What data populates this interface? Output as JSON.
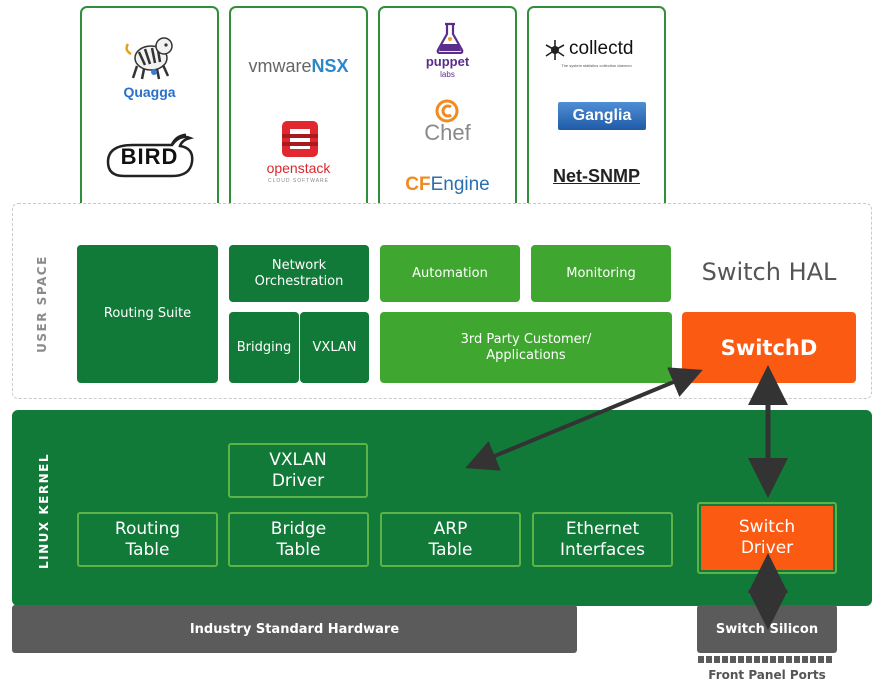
{
  "logos": {
    "quagga": "Quagga",
    "bird": "BIRD",
    "vmware": "vmware",
    "nsx": "NSX",
    "openstack": "openstack",
    "openstack_sub": "CLOUD SOFTWARE",
    "puppet": "puppet",
    "puppet_sub": "labs",
    "chef": "Chef",
    "cf": "CF",
    "engine": "Engine",
    "collectd": "collectd",
    "collectd_sub": "The system statistics collection daemon",
    "ganglia": "Ganglia",
    "netsnmp": "Net-SNMP"
  },
  "user_space": {
    "label": "USER SPACE",
    "routing_suite": "Routing Suite",
    "network_orchestration": "Network Orchestration",
    "bridging": "Bridging",
    "vxlan": "VXLAN",
    "automation": "Automation",
    "monitoring": "Monitoring",
    "third_party": "3rd Party Customer/ Applications",
    "switch_hal": "Switch HAL",
    "switchd": "SwitchD"
  },
  "kernel": {
    "label": "LINUX KERNEL",
    "vxlan_driver": "VXLAN Driver",
    "routing_table": "Routing Table",
    "bridge_table": "Bridge Table",
    "arp_table": "ARP Table",
    "ethernet_interfaces": "Ethernet Interfaces",
    "switch_driver": "Switch Driver"
  },
  "hardware": {
    "industry_standard": "Industry Standard Hardware",
    "switch_silicon": "Switch Silicon",
    "front_panel_ports": "Front Panel Ports"
  },
  "colors": {
    "dark_green": "#117a38",
    "light_green": "#3fa72f",
    "orange": "#fa5a11",
    "gray": "#5b5b5b"
  }
}
